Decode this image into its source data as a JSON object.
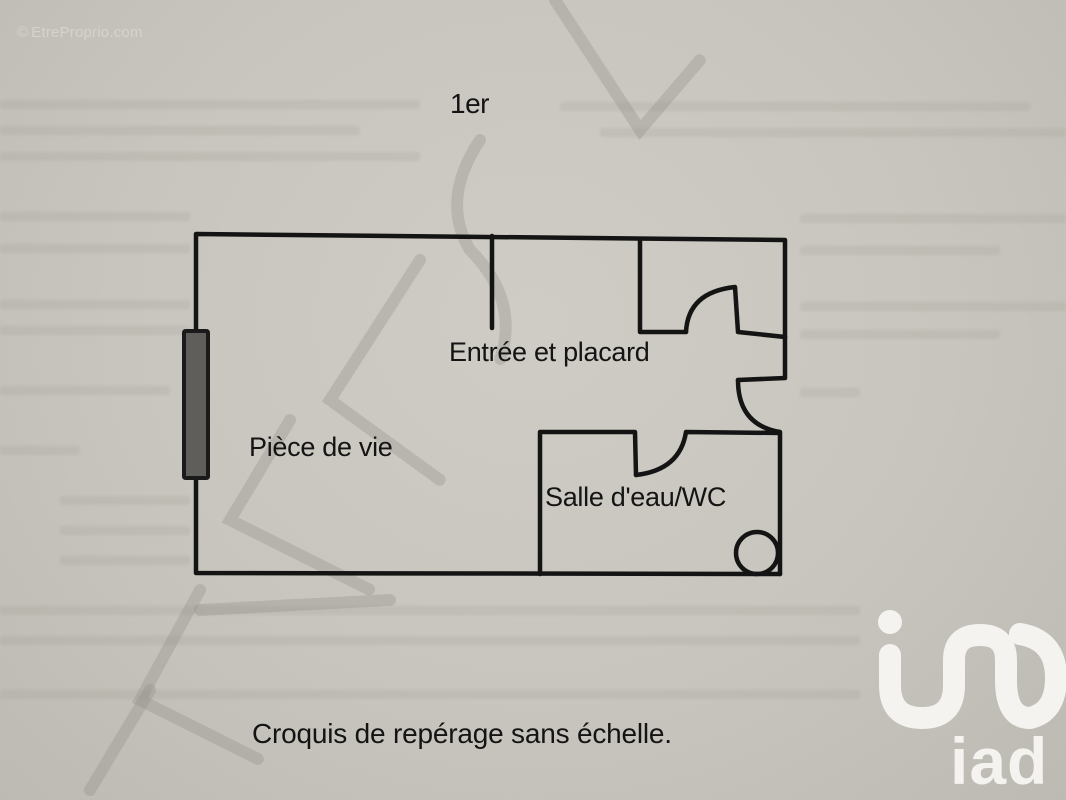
{
  "watermark": {
    "copyright_symbol": "©",
    "source": "EtreProprio.com"
  },
  "plan": {
    "floor_label": "1er",
    "rooms": [
      {
        "id": "piece-de-vie",
        "label": "Pièce de vie"
      },
      {
        "id": "entree-placard",
        "label": "Entrée et placard"
      },
      {
        "id": "salle-eau-wc",
        "label": "Salle d'eau/WC"
      }
    ],
    "caption": "Croquis de repérage sans échelle."
  },
  "brand": {
    "logo_text": "iad"
  },
  "colors": {
    "paper": "#c9c6bf",
    "ink": "#141414",
    "window_fill": "#5f5e5b",
    "logo": "#f4f3ef"
  }
}
